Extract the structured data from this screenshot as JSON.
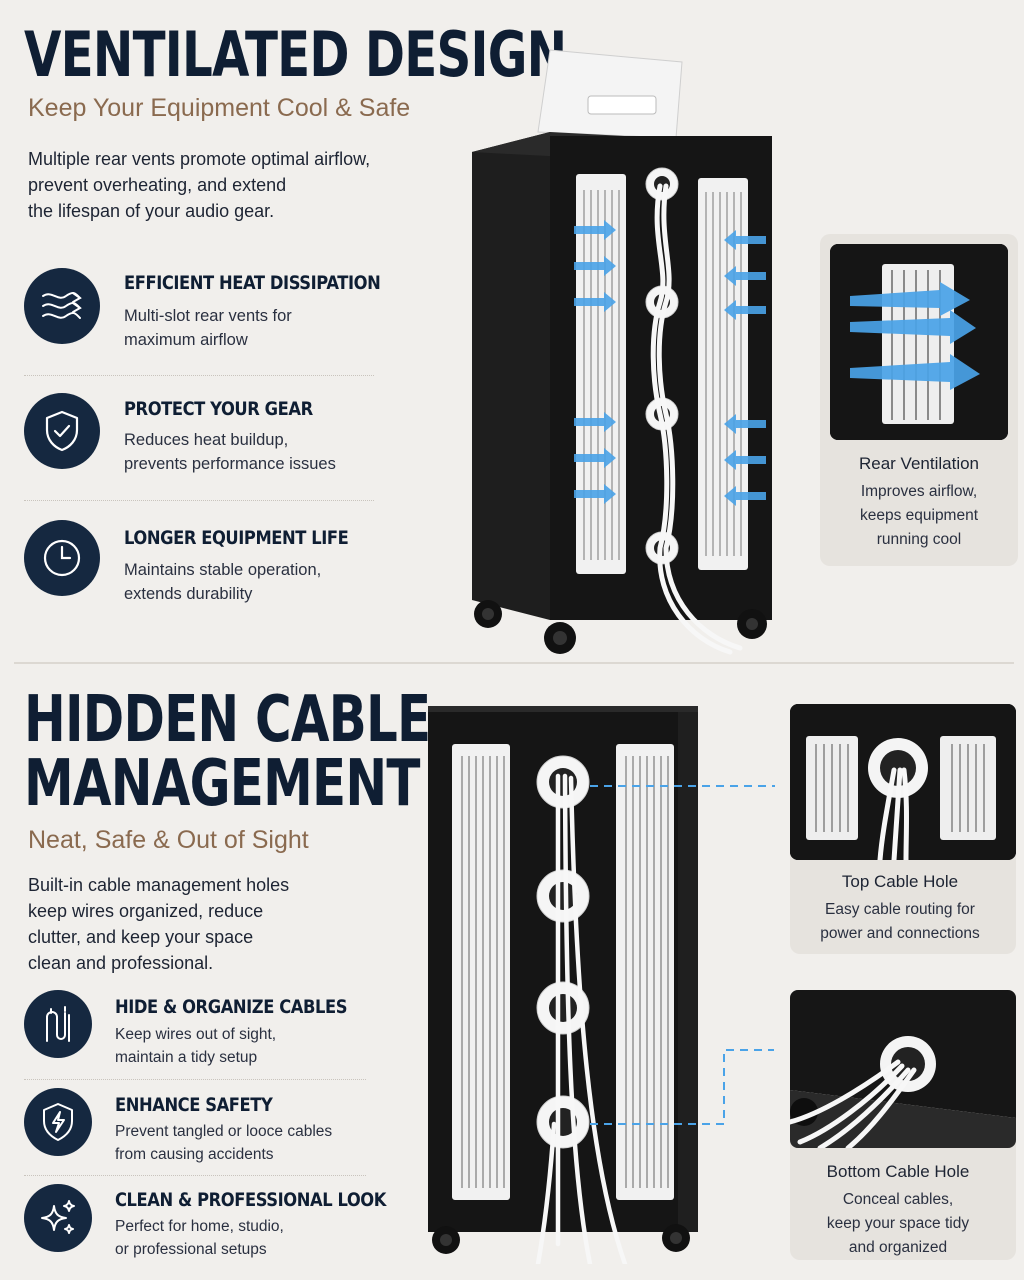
{
  "section1": {
    "title": "VENTILATED DESIGN",
    "subtitle": "Keep Your Equipment Cool & Safe",
    "body": [
      "Multiple rear vents promote optimal airflow,",
      "prevent overheating, and extend",
      "the lifespan of your audio gear."
    ],
    "features": [
      {
        "icon": "airflow-icon",
        "title": "EFFICIENT HEAT DISSIPATION",
        "desc": [
          "Multi-slot rear vents for",
          "maximum airflow"
        ]
      },
      {
        "icon": "shield-check-icon",
        "title": "PROTECT YOUR GEAR",
        "desc": [
          "Reduces heat buildup,",
          "prevents performance issues"
        ]
      },
      {
        "icon": "clock-icon",
        "title": "LONGER EQUIPMENT LIFE",
        "desc": [
          "Maintains stable operation,",
          "extends durability"
        ]
      }
    ],
    "card": {
      "title": "Rear Ventilation",
      "desc": [
        "Improves airflow,",
        "keeps equipment",
        "running cool"
      ]
    }
  },
  "section2": {
    "title": [
      "HIDDEN CABLE",
      "MANAGEMENT"
    ],
    "subtitle": "Neat, Safe & Out of Sight",
    "body": [
      "Built-in cable management holes",
      "keep wires organized, reduce",
      "clutter, and keep your space",
      "clean and professional."
    ],
    "features": [
      {
        "icon": "cables-icon",
        "title": "HIDE & ORGANIZE CABLES",
        "desc": [
          "Keep wires out of sight,",
          "maintain a tidy setup"
        ]
      },
      {
        "icon": "shield-bolt-icon",
        "title": "ENHANCE SAFETY",
        "desc": [
          "Prevent tangled or looce cables",
          "from causing accidents"
        ]
      },
      {
        "icon": "sparkle-icon",
        "title": "CLEAN & PROFESSIONAL LOOK",
        "desc": [
          "Perfect for home, studio,",
          "or professional setups"
        ]
      }
    ],
    "cards": [
      {
        "title": "Top Cable Hole",
        "desc": [
          "Easy cable routing for",
          "power and connections"
        ]
      },
      {
        "title": "Bottom Cable Hole",
        "desc": [
          "Conceal cables,",
          "keep your space tidy",
          "and organized"
        ]
      }
    ]
  },
  "colors": {
    "navy": "#152840",
    "accent_brown": "#8a6a4f",
    "arrow_blue": "#4aa3e8",
    "cabinet_black": "#151515"
  }
}
